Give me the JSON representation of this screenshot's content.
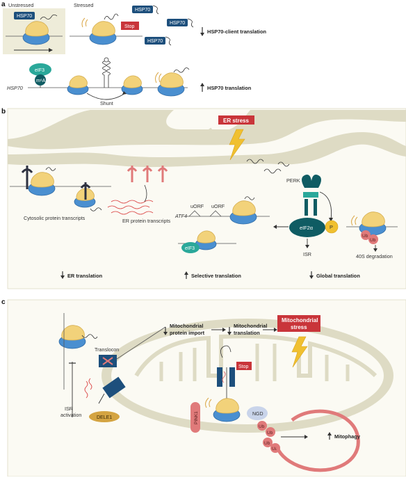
{
  "panel_a": {
    "letter": "a",
    "unstressed": "Unstressed",
    "stressed": "Stressed",
    "hsp70": "HSP70",
    "stop": "Stop",
    "client_result": "HSP70-client translation",
    "eif3": "eIF3",
    "m6a": "m⁶A",
    "hsp70_gene": "HSP70",
    "shunt": "Shunt",
    "hsp70_result": "HSP70 translation"
  },
  "panel_b": {
    "letter": "b",
    "er_stress": "ER stress",
    "cytosolic": "Cytosolic protein transcripts",
    "er_transcripts": "ER protein transcripts",
    "perk": "PERK",
    "atf4": "ATF4",
    "uorf1": "uORF",
    "uorf2": "uORF",
    "eif2a": "eIF2α",
    "p": "P",
    "eif3": "eIF3",
    "ub1": "Ub",
    "ub2": "Ub",
    "isr": "ISR",
    "degradation": "40S degradation",
    "er_translation": "ER translation",
    "selective": "Selective translation",
    "global": "Global translation"
  },
  "panel_c": {
    "letter": "c",
    "translocon": "Translocon",
    "mito_import_1": "Mitochondrial",
    "mito_import_2": "protein import",
    "mito_trans_1": "Mitochondrial",
    "mito_trans_2": "translation",
    "mito_stress_1": "Mitochondrial",
    "mito_stress_2": "stress",
    "stop": "Stop",
    "pink1": "PINK1",
    "ngd": "NGD",
    "ub1": "Ub",
    "ub2": "Ub",
    "ub3": "Ub",
    "ub4": "Ub",
    "isr_1": "ISR",
    "isr_2": "activation",
    "dele1": "DELE1",
    "mitophagy": "Mitophagy"
  },
  "colors": {
    "ribosome_blue": "#4a8fd0",
    "ribosome_yellow": "#f2d27a",
    "hsp70_navy": "#1d4f7c",
    "stop_red": "#c9353a",
    "membrane": "#dedbc4",
    "teal": "#0f5c63",
    "salmon": "#e07a7a",
    "gold": "#f0c030"
  }
}
